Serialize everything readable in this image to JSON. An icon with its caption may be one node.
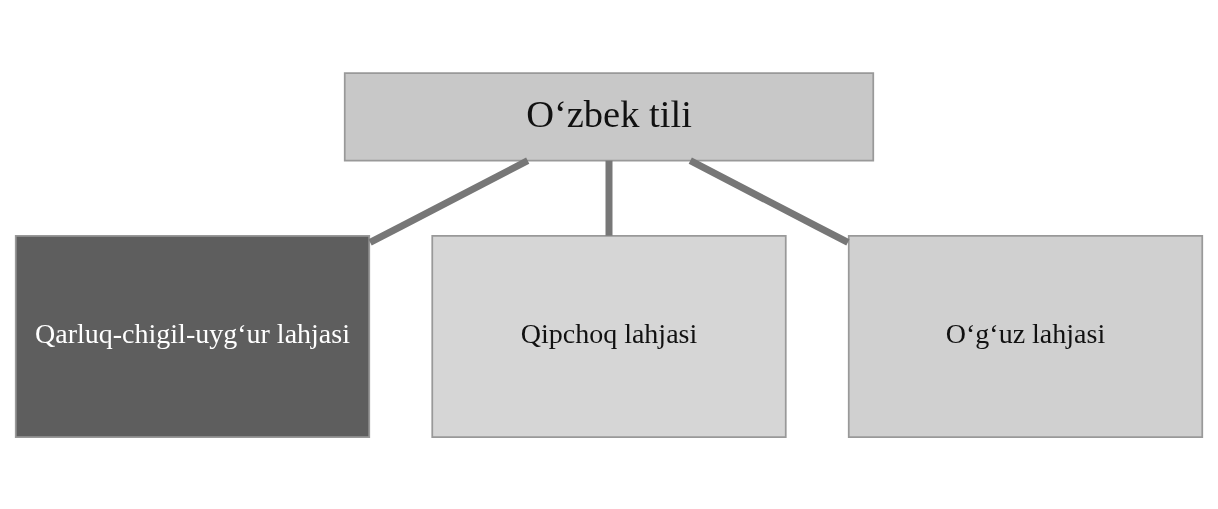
{
  "diagram": {
    "nodes": [
      {
        "text": [
          "Oʻzbek tili"
        ]
      },
      {
        "text": [
          "Qarluq-chigil-uygʻur lahjasi"
        ]
      },
      {
        "text": [
          "Qipchoq lahjasi"
        ]
      },
      {
        "text": [
          "Oʻgʻuz lahjasi"
        ]
      }
    ],
    "edges": [
      {
        "from": 0,
        "to": 1,
        "arrow": "none"
      },
      {
        "from": 0,
        "to": 2,
        "arrow": "none"
      },
      {
        "from": 0,
        "to": 3,
        "arrow": "none"
      }
    ]
  }
}
